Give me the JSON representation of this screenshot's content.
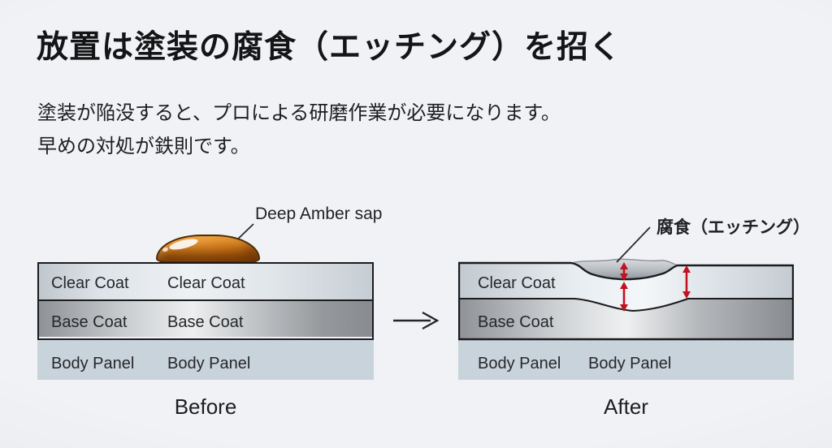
{
  "colors": {
    "background": "#edeff2",
    "accent_red": "#c2121f",
    "sap_amber": "#c06a12",
    "outline": "#1b1c1e",
    "body_panel": "#c9d3dc"
  },
  "header": {
    "title": "放置は塗装の腐食（エッチング）を招く",
    "subtitle_line1": "塗装が陥没すると、プロによる研磨作業が必要になります。",
    "subtitle_line2": "早めの対処が鉄則です。"
  },
  "before": {
    "caption": "Before",
    "sap_label": "Deep Amber sap",
    "layers": {
      "clear": "Clear Coat",
      "base": "Base Coat",
      "body": "Body Panel"
    }
  },
  "after": {
    "caption": "After",
    "etch_label": "腐食（エッチング）",
    "layers": {
      "clear": "Clear Coat",
      "base": "Base Coat",
      "body": "Body Panel"
    }
  }
}
